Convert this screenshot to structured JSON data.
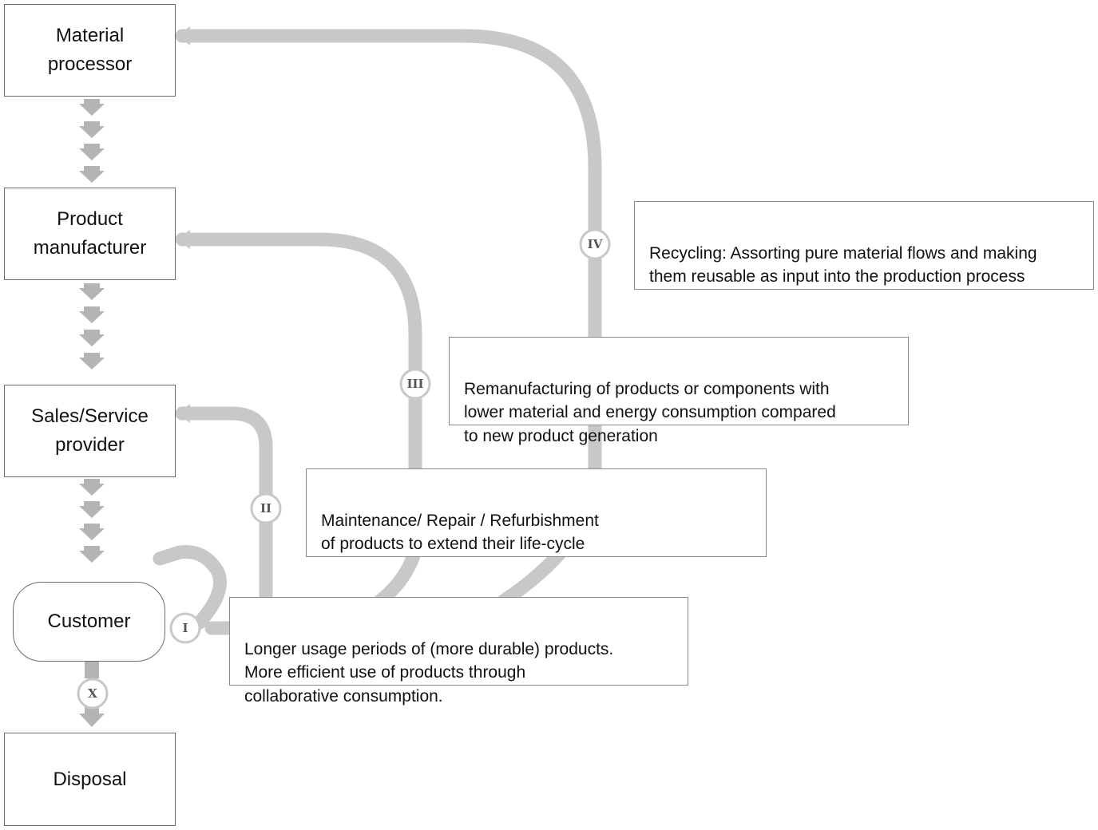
{
  "nodes": {
    "material_processor": "Material\nprocessor",
    "product_manufacturer": "Product\nmanufacturer",
    "sales_service_provider": "Sales/Service\nprovider",
    "customer": "Customer",
    "disposal": "Disposal"
  },
  "loops": {
    "I": "I",
    "II": "II",
    "III": "III",
    "IV": "IV",
    "X": "X"
  },
  "descriptions": {
    "recycling": "Recycling: Assorting pure material flows and making\nthem reusable as input into the production process",
    "remanufacturing": "Remanufacturing of products or components with\nlower material and energy consumption compared\nto new product generation",
    "maintenance": "Maintenance/ Repair / Refurbishment\nof products to extend their life-cycle",
    "longer_usage": "Longer usage periods of (more durable) products.\nMore efficient use of products through\ncollaborative consumption."
  },
  "colors": {
    "flow_gray": "#c8c8c8",
    "arrow_gray": "#b4b4b4",
    "border_gray": "#6b6b6b"
  }
}
